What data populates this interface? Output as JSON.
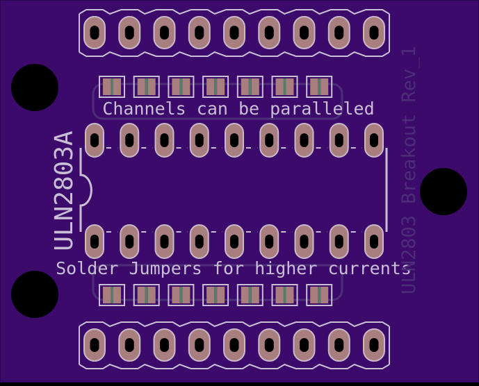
{
  "board": {
    "colors": {
      "background": "#000000",
      "pcb": "#3b0a6b",
      "pcb_edge": "#2a0650",
      "silk": "#c9c0d6",
      "silk_dim": "#4d2d78",
      "pad": "#a87e7e",
      "pad_outline": "#c9b9c9",
      "hole": "#000000",
      "jumper_pad": "#a87e7e",
      "jumper_gap": "#5a7a6a"
    },
    "silkscreen": {
      "top_note": "Channels can be paralleled",
      "bottom_note": "Solder Jumpers for higher currents",
      "chip_label": "ULN2803A",
      "board_label": "ULN2803 Breakout Rev_1"
    },
    "header_pin_count": 9,
    "ic_pins_per_side": 9,
    "jumpers_per_row": 7,
    "mounting_hole_count": 3
  }
}
